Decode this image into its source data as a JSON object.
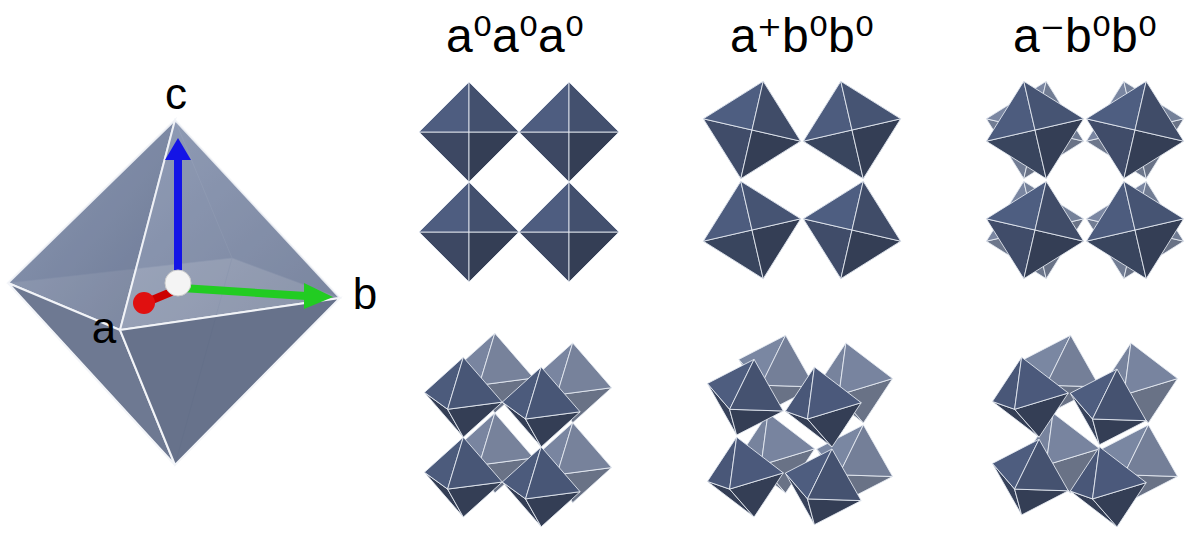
{
  "diagram": {
    "labels": [
      "a⁰a⁰a⁰",
      "a⁺b⁰b⁰",
      "a⁻b⁰b⁰",
      "c",
      "b",
      "a"
    ]
  }
}
